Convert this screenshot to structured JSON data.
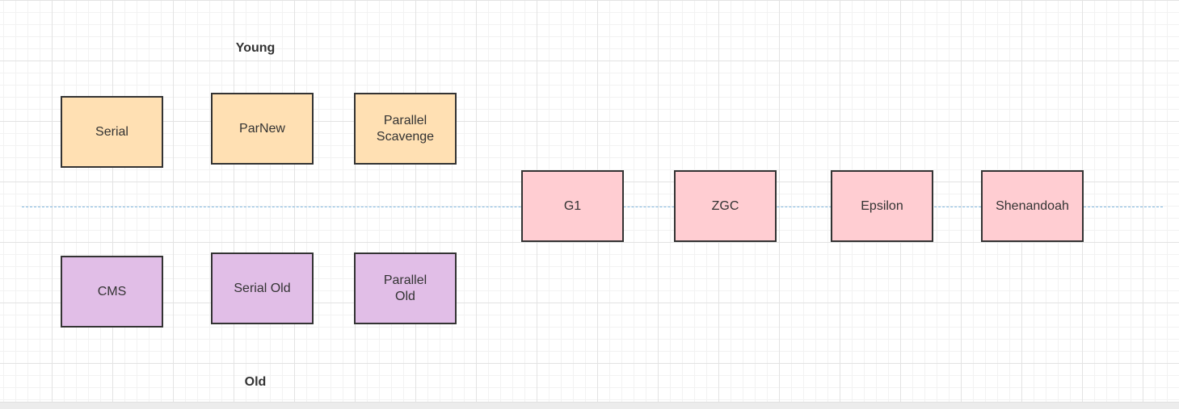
{
  "labels": {
    "young": "Young",
    "old": "Old"
  },
  "young_collectors": [
    "Serial",
    "ParNew",
    "Parallel\nScavenge"
  ],
  "old_collectors": [
    "CMS",
    "Serial Old",
    "Parallel\nOld"
  ],
  "region_collectors": [
    "G1",
    "ZGC",
    "Epsilon",
    "Shenandoah"
  ],
  "colors": {
    "young_fill": "#ffe0b3",
    "old_fill": "#e1bee7",
    "region_fill": "#ffcdd2",
    "divider": "#7fb7e0",
    "border": "#333333"
  }
}
